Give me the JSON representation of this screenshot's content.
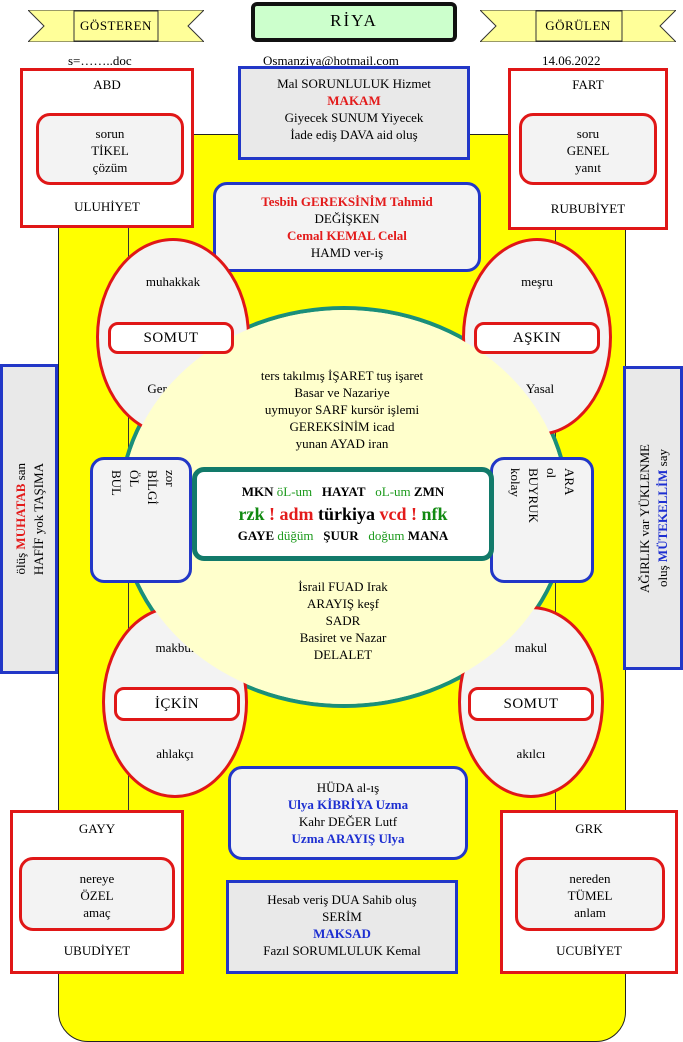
{
  "header": {
    "title": "RİYA",
    "ribbon_left": "GÖSTEREN",
    "ribbon_right": "GÖRÜLEN",
    "file_name": "s=……..doc",
    "email": "Osmanziya@hotmail.com",
    "date": "14.06.2022"
  },
  "top_center": {
    "line1": "Mal SORUNLULUK Hizmet",
    "line2": "MAKAM",
    "line3": "Giyecek SUNUM Yiyecek",
    "line4": "İade ediş  DAVA aid oluş"
  },
  "tesbih_box": {
    "line1": "Tesbih  GEREKSİNİM  Tahmid",
    "line2": "DEĞİŞKEN",
    "line3": "Cemal  KEMAL Celal",
    "line4": "HAMD ver-iş"
  },
  "corner_tl": {
    "head": "ABD",
    "inner1": "sorun",
    "inner2": "TİKEL",
    "inner3": "çözüm",
    "foot": "ULUHİYET"
  },
  "corner_tr": {
    "head": "FART",
    "inner1": "soru",
    "inner2": "GENEL",
    "inner3": "yanıt",
    "foot": "RUBUBİYET"
  },
  "corner_bl": {
    "head": "GAYY",
    "inner1": "nereye",
    "inner2": "ÖZEL",
    "inner3": "amaç",
    "foot": "UBUDİYET"
  },
  "corner_br": {
    "head": "GRK",
    "inner1": "nereden",
    "inner2": "TÜMEL",
    "inner3": "anlam",
    "foot": "UCUBİYET"
  },
  "oval_tl": {
    "top": "muhakkak",
    "pill": "SOMUT",
    "bottom": "Gerç"
  },
  "oval_tr": {
    "top": "meşru",
    "pill": "AŞKIN",
    "bottom": "Yasal"
  },
  "oval_bl": {
    "top": "makbul",
    "pill": "İÇKİN",
    "bottom": "ahlakçı"
  },
  "oval_br": {
    "top": "makul",
    "pill": "SOMUT",
    "bottom": "akılcı"
  },
  "circle_top": {
    "line1": "ters takılmış  İŞARET tuş işaret",
    "line2": "Basar ve Nazariye",
    "line3": "uymuyor  SARF kursör işlemi",
    "line4": "GEREKSİNİM icad",
    "line5": "yunan AYAD iran"
  },
  "circle_bottom": {
    "line1": "İsrail FUAD Irak",
    "line2": "ARAYIŞ keşf",
    "line3": "SADR",
    "line4": "Basiret ve Nazar",
    "line5": "DELALET"
  },
  "center": {
    "r1a": "MKN",
    "r1b": "öL-um",
    "r1c": "HAYAT",
    "r1d": "oL-um",
    "r1e": "ZMN",
    "r2a": "rzk",
    "r2b": "!",
    "r2c": "adm",
    "r2d": "türkiya",
    "r2e": "vcd",
    "r2f": "!",
    "r2g": "nfk",
    "r3a": "GAYE",
    "r3b": "düğüm",
    "r3c": "ŞUUR",
    "r3d": "doğum",
    "r3e": "MANA"
  },
  "left_mid": {
    "line1": "zor",
    "line2": "BİLGİ",
    "line3": "ÖL",
    "line4": "BUL"
  },
  "right_mid": {
    "line1": "ARA",
    "line2": "ol",
    "line3": "BUYRUK",
    "line4": "kolay"
  },
  "side_left": {
    "line1a": "ölüş ",
    "line1b": "MUHATAB",
    "line1c": " san",
    "line2": "HAFİF yok TAŞIMA"
  },
  "side_right": {
    "line1": "AĞIRLIK var YÜKLENME",
    "line2a": "oluş ",
    "line2b": "MÜTEKELLİM",
    "line2c": " say"
  },
  "huda_box": {
    "line1": "HÜDA al-ış",
    "line2": "Ulya KİBRİYA Uzma",
    "line3": "Kahr DEĞER Lutf",
    "line4": "Uzma ARAYIŞ  Ulya"
  },
  "bottom_center": {
    "line1": "Hesab veriş DUA Sahib oluş",
    "line2": "SERİM",
    "line3": "MAKSAD",
    "line4": "Fazıl  SORUMLULUK Kemal"
  }
}
